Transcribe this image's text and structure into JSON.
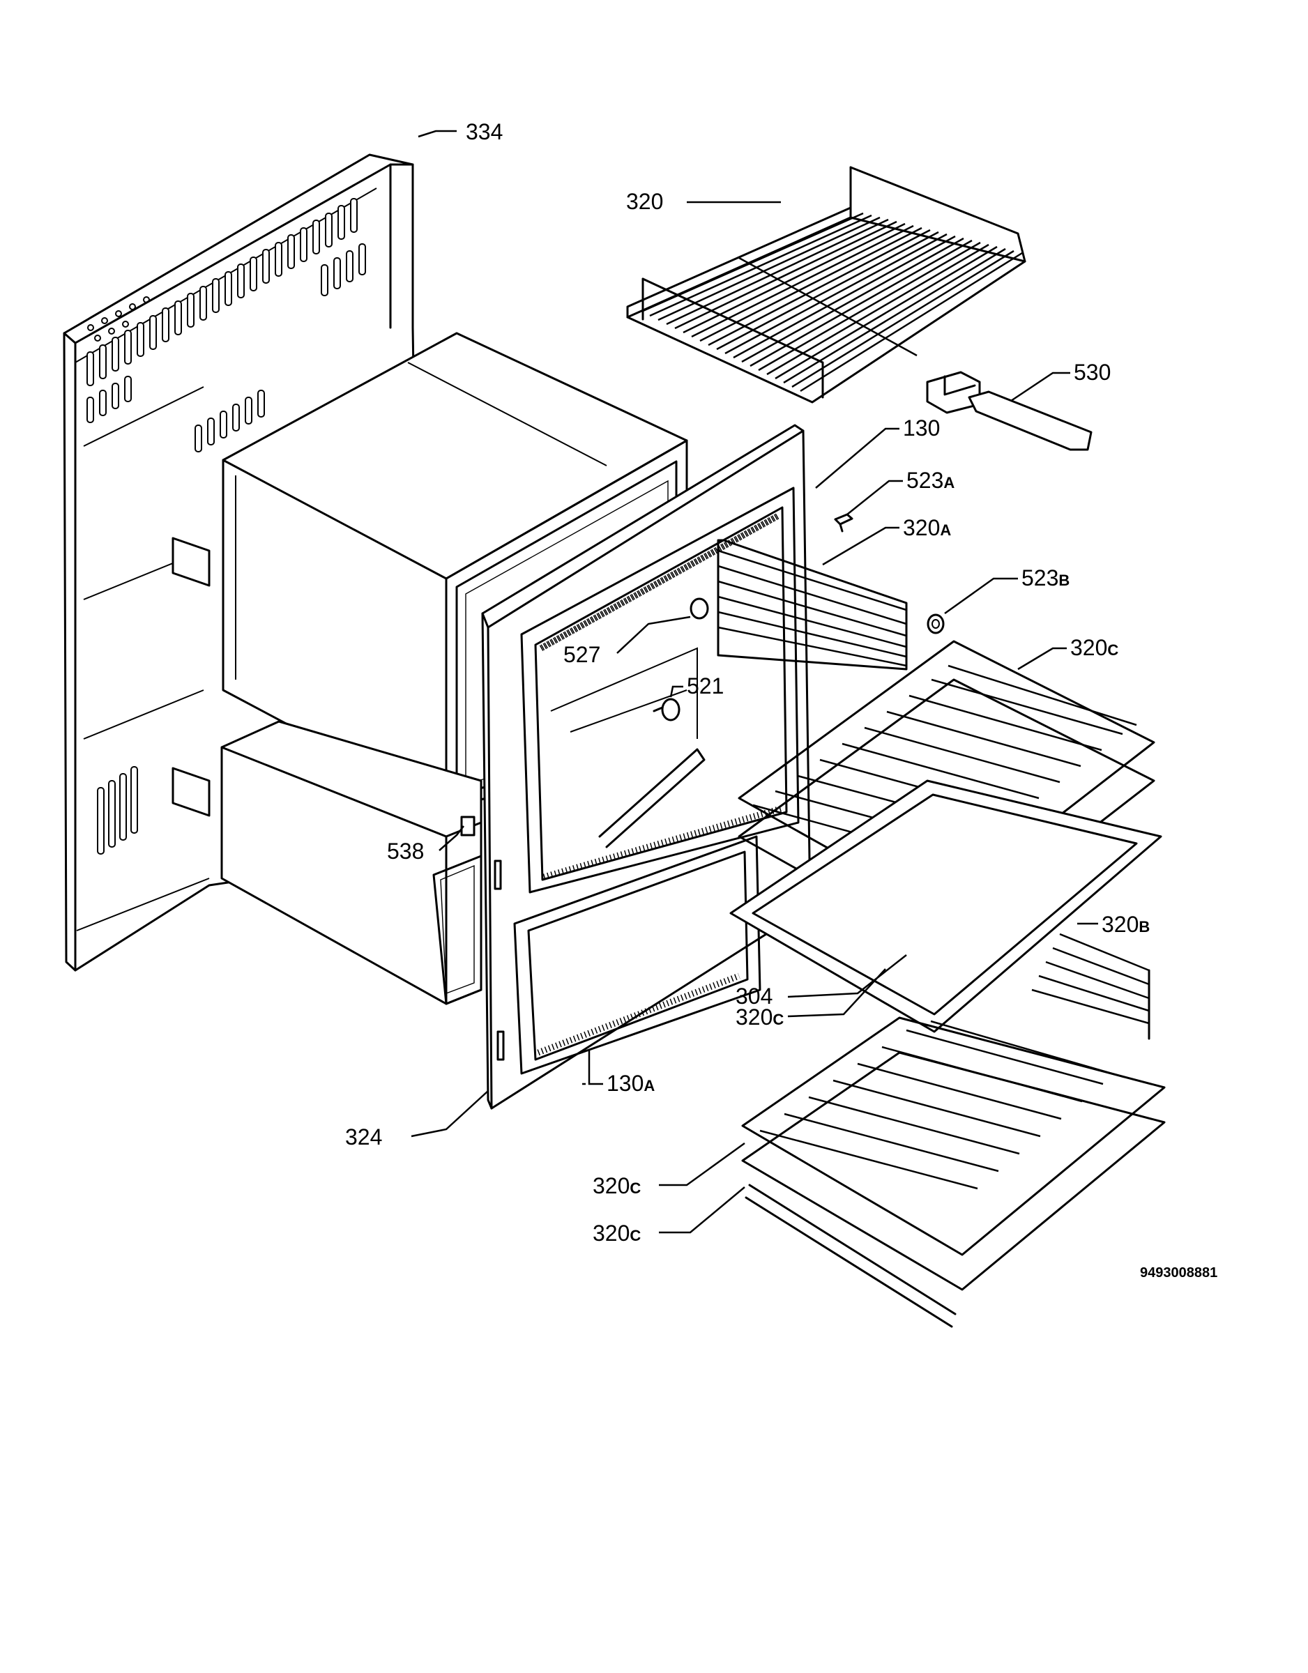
{
  "diagram": {
    "callouts": {
      "p334": "334",
      "p320": "320",
      "p530": "530",
      "p130": "130",
      "p523a": "523",
      "p523a_suffix": "A",
      "p320a": "320",
      "p320a_suffix": "A",
      "p523b": "523",
      "p523b_suffix": "B",
      "p320c_1": "320",
      "p320c_1_suffix": "C",
      "p527": "527",
      "p521": "521",
      "p538": "538",
      "p320b": "320",
      "p320b_suffix": "B",
      "p304": "304",
      "p320c_2": "320",
      "p320c_2_suffix": "C",
      "p130a": "130",
      "p130a_suffix": "A",
      "p324": "324",
      "p320c_3": "320",
      "p320c_3_suffix": "C",
      "p320c_4": "320",
      "p320c_4_suffix": "C"
    },
    "document_number": "9493008881"
  }
}
